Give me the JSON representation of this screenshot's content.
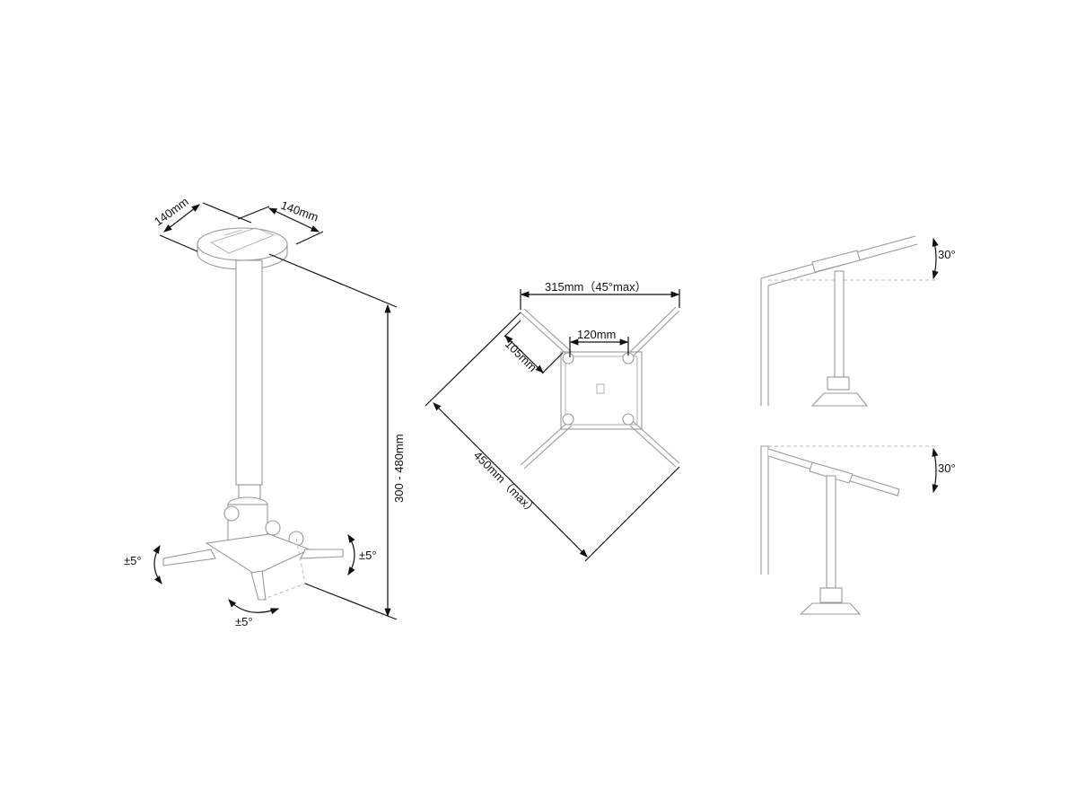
{
  "left_view": {
    "plate_width_a": "140mm",
    "plate_width_b": "140mm",
    "height_range": "300 - 480mm",
    "tilt_left": "±5°",
    "tilt_right": "±5°",
    "swivel": "±5°"
  },
  "center_view": {
    "arm_span": "315mm（45°max）",
    "center_spacing": "120mm",
    "arm_length": "105mm",
    "diagonal_max": "450mm（max）"
  },
  "right_views": {
    "top_angle": "30°",
    "bottom_angle": "30°"
  },
  "colors": {
    "line": "#111111",
    "part": "#999999"
  }
}
